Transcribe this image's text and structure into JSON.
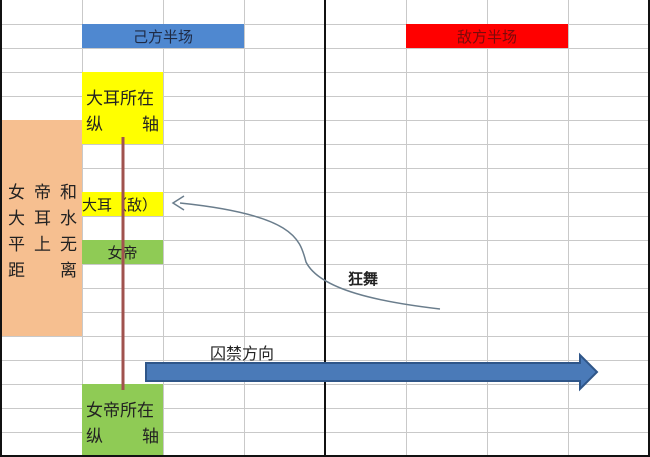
{
  "headers": {
    "own_half": "己方半场",
    "enemy_half": "敌方半场"
  },
  "labels": {
    "big_ear_axis_line1": "大耳所在",
    "big_ear_axis_line2_left": "纵",
    "big_ear_axis_line2_right": "轴",
    "big_ear_enemy": "大耳（敌）",
    "empress": "女帝",
    "empress_axis_line1": "女帝所在",
    "empress_axis_line2_left": "纵",
    "empress_axis_line2_right": "轴",
    "wild_dance": "狂舞",
    "confine_direction": "囚禁方向"
  },
  "note": {
    "text": "女帝和大耳水平上无距离",
    "grid": [
      [
        "女",
        "帝",
        "和"
      ],
      [
        "大",
        "耳",
        "水"
      ],
      [
        "平",
        "上",
        "无"
      ],
      [
        "距",
        "",
        "离"
      ]
    ]
  },
  "colors": {
    "own_half": "#4f88d0",
    "enemy_half": "#ff0000",
    "yellow": "#ffff00",
    "green": "#8fcb55",
    "orange": "#f6bf90",
    "axis_line": "#a0524e",
    "arrow_blue": "#4a7ab8",
    "curve": "#6a7d8c"
  }
}
